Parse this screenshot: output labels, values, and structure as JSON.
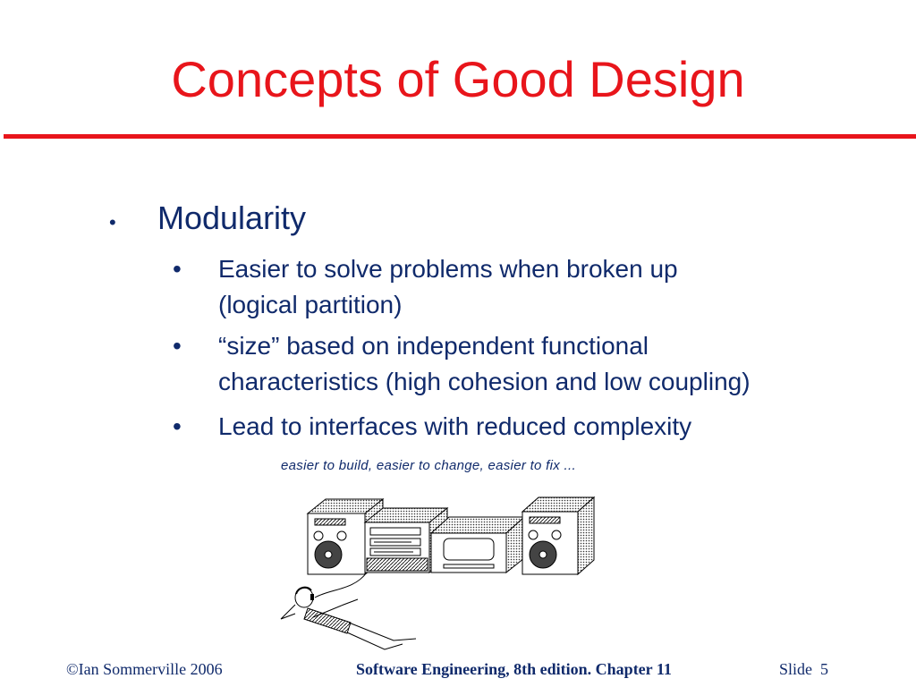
{
  "slide": {
    "title": "Concepts of Good Design",
    "bullet_glyph": "•",
    "main_point": "Modularity",
    "sub_bullet_glyph": "•",
    "sub_points": [
      {
        "line1": "Easier to solve problems when broken up",
        "line2": "(logical partition)"
      },
      {
        "line1": "“size” based on independent functional",
        "line2": "characteristics (high cohesion and low coupling)"
      },
      {
        "line1": "Lead to interfaces with reduced complexity",
        "line2": ""
      }
    ],
    "illustration_caption": "easier to build, easier to change, easier to fix ..."
  },
  "footer": {
    "copyright": "©Ian Sommerville 2006",
    "book": "Software Engineering, 8th edition. Chapter 11",
    "slide_label": "Slide  5"
  },
  "colors": {
    "title": "#e8151b",
    "body_text": "#102a6b",
    "rule": "#e8151b"
  },
  "illustration_icons": [
    "speaker-icon",
    "stereo-deck-icon",
    "display-unit-icon",
    "speaker-icon",
    "person-with-headphones-icon"
  ]
}
